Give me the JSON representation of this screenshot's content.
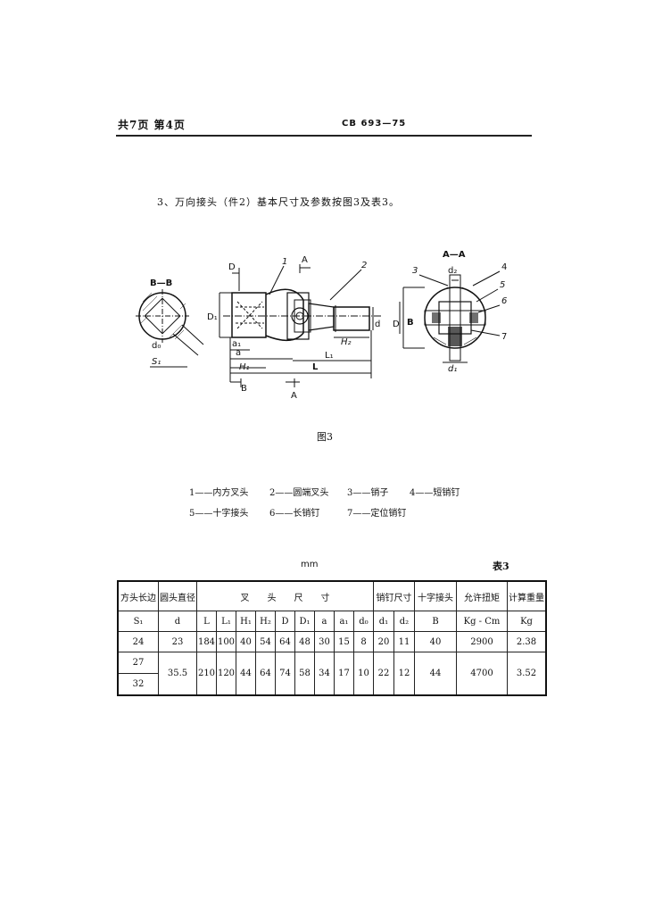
{
  "header": {
    "page_info": "共7页 第4页",
    "standard": "CB 693—75"
  },
  "paragraph": "3、万向接头（件2）基本尺寸及参数按图3及表3。",
  "figure": {
    "caption": "图3",
    "labels": {
      "bb": "B—B",
      "aa": "A—A",
      "d0": "d₀",
      "s1": "S₁",
      "D": "D",
      "D1": "D₁",
      "n1": "1",
      "n2": "2",
      "n3": "3",
      "n4": "4",
      "n5": "5",
      "n6": "6",
      "n7": "7",
      "A": "A",
      "B": "B",
      "a1": "a₁",
      "a": "a",
      "H1": "H₁",
      "H2": "H₂",
      "L": "L",
      "L1": "L₁",
      "d": "d",
      "d_right": "D",
      "B_right": "B",
      "d1": "d₁",
      "d2": "d₂"
    }
  },
  "legend": [
    "1——内方叉头",
    "2——圆端叉头",
    "3——销子",
    "4——短销钉",
    "5——十字接头",
    "6——长销钉",
    "7——定位销钉"
  ],
  "table": {
    "unit": "mm",
    "number": "表3",
    "group_headers": [
      "方头长边",
      "圆头直径",
      "叉　　头　　尺　　寸",
      "销钉尺寸",
      "十字接头",
      "允许扭矩",
      "计算重量"
    ],
    "sub_headers": [
      "S₁",
      "d",
      "L",
      "L₁",
      "H₁",
      "H₂",
      "D",
      "D₁",
      "a",
      "a₁",
      "d₀",
      "d₁",
      "d₂",
      "B",
      "Kg - Cm",
      "Kg"
    ],
    "rows": [
      [
        "24",
        "23",
        "184",
        "100",
        "40",
        "54",
        "64",
        "48",
        "30",
        "15",
        "8",
        "20",
        "11",
        "40",
        "2900",
        "2.38"
      ],
      [
        "27",
        "35.5",
        "210",
        "120",
        "44",
        "64",
        "74",
        "58",
        "34",
        "17",
        "10",
        "22",
        "12",
        "44",
        "4700",
        "3.52"
      ],
      [
        "32"
      ]
    ]
  }
}
